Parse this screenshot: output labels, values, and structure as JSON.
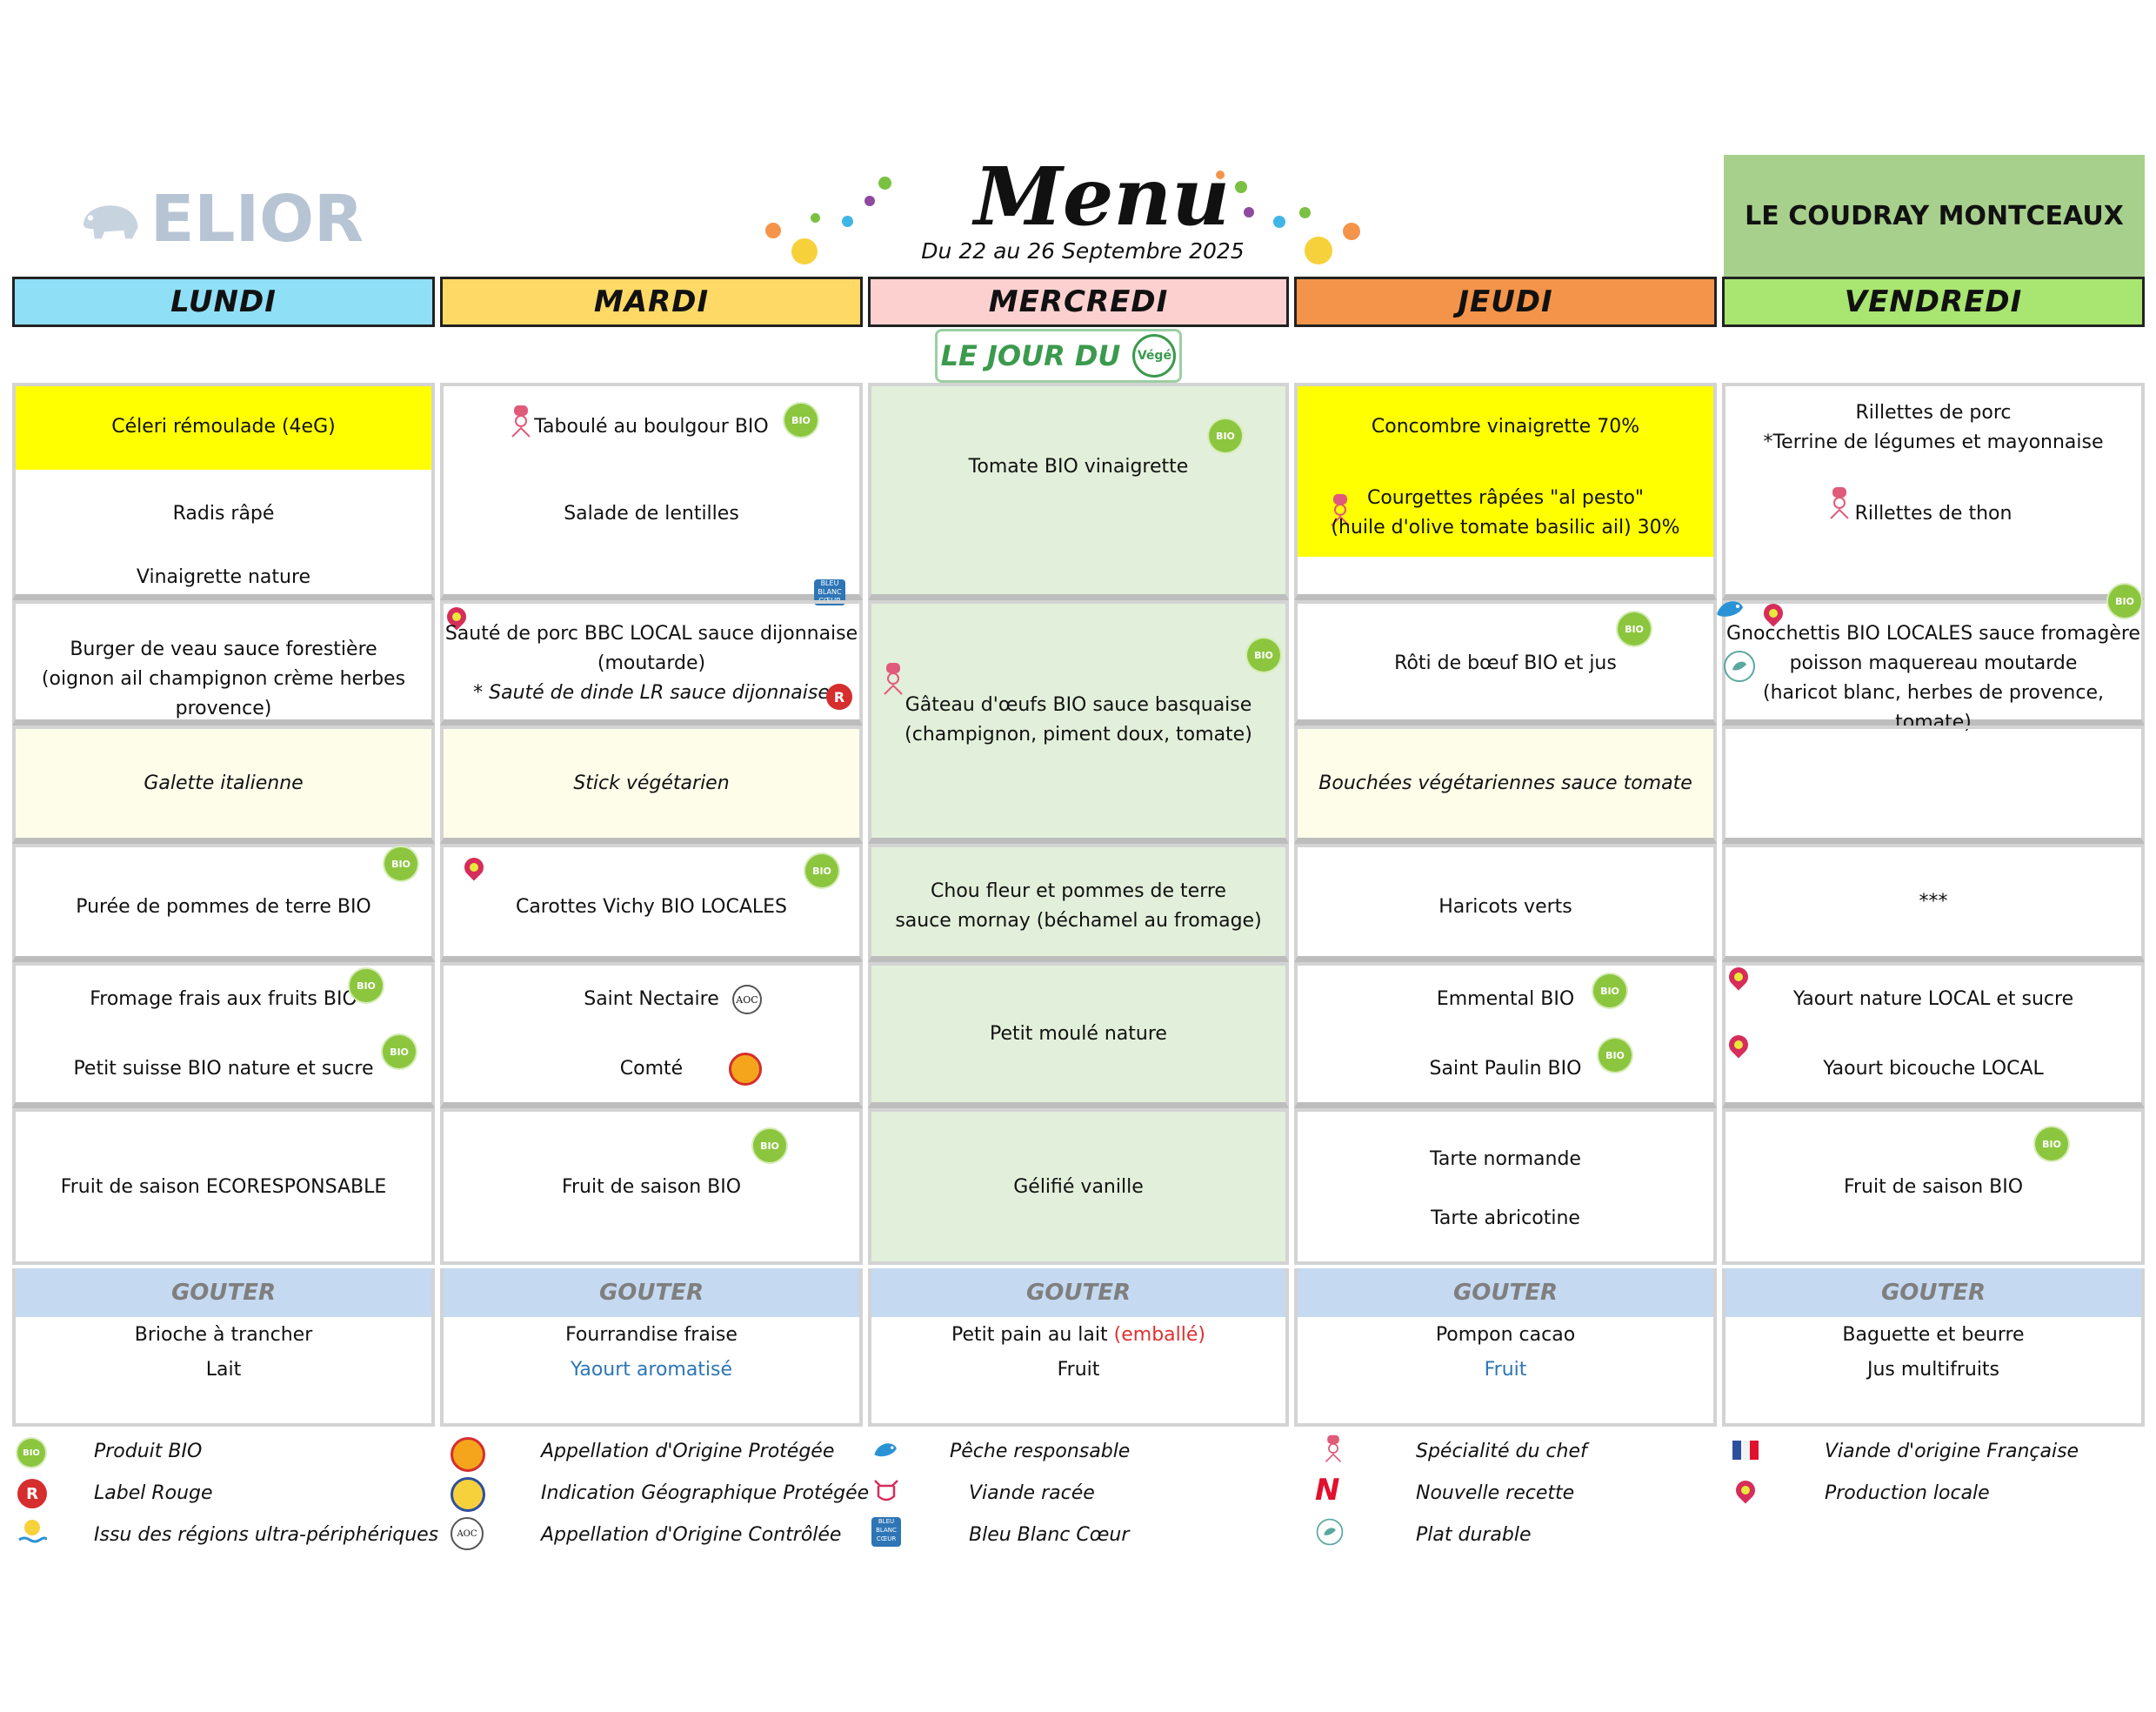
{
  "header": {
    "brand": "ELIOR",
    "title": "Menu",
    "subtitle": "Du 22 au 26 Septembre 2025",
    "school": "LE COUDRAY MONTCEAUX",
    "vege_banner": "LE JOUR DU",
    "vege_seal": "Végé"
  },
  "days": [
    "LUNDI",
    "MARDI",
    "MERCREDI",
    "JEUDI",
    "VENDREDI"
  ],
  "colors": {
    "lundi": "#8fdff6",
    "mardi": "#ffd966",
    "mercredi": "#fdd0d0",
    "jeudi": "#f4944a",
    "vendredi": "#a9e571",
    "highlight": "#ffff00",
    "vege_bg": "#e2efda",
    "alt_bg": "#fdfdea",
    "bio_green": "#8cc63f"
  },
  "icons": {
    "bio": "bio-icon",
    "label_rouge": "label-rouge-icon",
    "aop": "aop-icon",
    "igp": "igp-icon",
    "aoc": "aoc-icon",
    "chef": "chef-icon",
    "local": "local-pin-icon",
    "peche": "fish-icon",
    "bleu_blanc_coeur": "bleu-blanc-coeur-icon",
    "durable": "durable-icon"
  },
  "lundi": {
    "entree1": "Céleri rémoulade (4eG)",
    "entree2": "Radis râpé",
    "entree3": "Vinaigrette nature",
    "plat_l1": "Burger de veau sauce forestière",
    "plat_l2": "(oignon ail champignon crème herbes provence)",
    "vege": "Galette italienne",
    "garniture": "Purée de pommes de terre BIO",
    "laitage1": "Fromage frais aux fruits BIO",
    "laitage2": "Petit suisse BIO nature et sucre",
    "dessert": "Fruit de saison ECORESPONSABLE",
    "gouter1": "Brioche à trancher",
    "gouter2": "Lait"
  },
  "mardi": {
    "entree1": "Taboulé au boulgour BIO",
    "entree2": "Salade de lentilles",
    "plat_l1": "Sauté de porc BBC LOCAL sauce dijonnaise",
    "plat_l2": "(moutarde)",
    "plat_l3": "* Sauté de dinde LR sauce dijonnaise",
    "vege": "Stick végétarien",
    "garniture": "Carottes Vichy BIO LOCALES",
    "laitage1": "Saint Nectaire",
    "laitage2": "Comté",
    "dessert": "Fruit de saison BIO",
    "gouter1": "Fourrandise fraise",
    "gouter2": "Yaourt aromatisé"
  },
  "mercredi": {
    "entree1": "Tomate BIO vinaigrette",
    "plat_l1": "Gâteau d'œufs BIO sauce basquaise",
    "plat_l2": "(champignon, piment doux, tomate)",
    "garniture_l1": "Chou fleur et pommes de terre",
    "garniture_l2": "sauce mornay (béchamel au fromage)",
    "laitage1": "Petit moulé nature",
    "dessert": "Gélifié vanille",
    "gouter1": "Petit pain au lait",
    "gouter1_note": "(emballé)",
    "gouter2": "Fruit"
  },
  "jeudi": {
    "entree1": "Concombre vinaigrette  70%",
    "entree2_l1": "Courgettes râpées \"al pesto\"",
    "entree2_l2": "(huile d'olive tomate basilic ail)  30%",
    "plat_l1": "Rôti de bœuf BIO et jus",
    "vege": "Bouchées végétariennes sauce tomate",
    "garniture": "Haricots verts",
    "laitage1": "Emmental BIO",
    "laitage2": "Saint Paulin BIO",
    "dessert1": "Tarte normande",
    "dessert2": "Tarte abricotine",
    "gouter1": "Pompon cacao",
    "gouter2": "Fruit"
  },
  "vendredi": {
    "entree1": "Rillettes de porc",
    "entree2": "*Terrine de légumes et mayonnaise",
    "entree3": "Rillettes de thon",
    "plat_l1": "Gnocchettis BIO LOCALES sauce fromagère",
    "plat_l2": "poisson maquereau moutarde",
    "plat_l3": "(haricot blanc, herbes de provence, tomate)",
    "garniture": "***",
    "laitage1": "Yaourt nature LOCAL et sucre",
    "laitage2": "Yaourt bicouche LOCAL",
    "dessert": "Fruit de saison BIO",
    "gouter1": "Baguette et beurre",
    "gouter2": "Jus multifruits"
  },
  "gouter_label": "GOUTER",
  "legend": [
    "Produit BIO",
    "Label Rouge",
    "Issu des régions ultra-périphériques",
    "Appellation d'Origine Protégée",
    "Indication Géographique Protégée",
    "Appellation d'Origine Contrôlée",
    "Pêche responsable",
    "Viande racée",
    "Bleu Blanc Cœur",
    "Spécialité du chef",
    "Nouvelle recette",
    "Plat durable",
    "Viande d'origine Française",
    "Production locale"
  ]
}
